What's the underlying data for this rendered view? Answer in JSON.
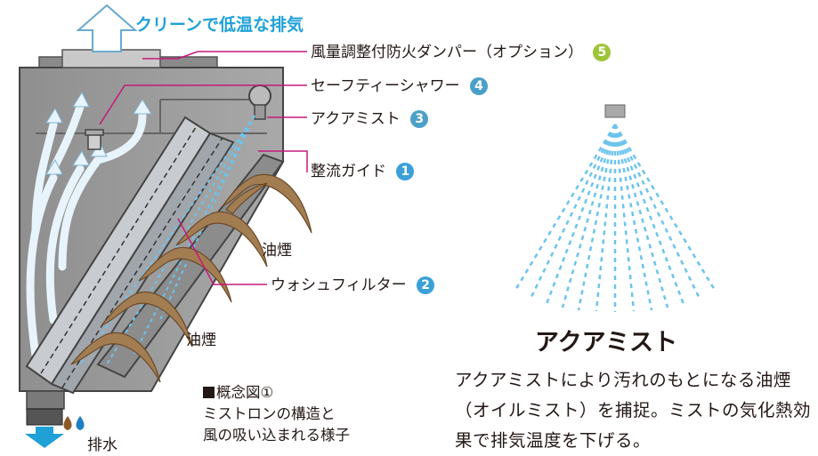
{
  "header": {
    "clean_exhaust": "クリーンで低温な排気"
  },
  "callouts": [
    {
      "text": "風量調整付防火ダンパー（オプション）",
      "number": "5",
      "color": "#9ec43a"
    },
    {
      "text": "セーフティーシャワー",
      "number": "4",
      "color": "#4ba0c8"
    },
    {
      "text": "アクアミスト",
      "number": "3",
      "color": "#4ba0c8"
    },
    {
      "text": "整流ガイド",
      "number": "1",
      "color": "#3aa0d8"
    },
    {
      "text": "ウォシュフィルター",
      "number": "2",
      "color": "#3aa0d8"
    }
  ],
  "smoke_labels": {
    "upper": "油煙",
    "lower": "油煙"
  },
  "drain_label": "排水",
  "concept": {
    "line1": "概念図①",
    "line2": "ミストロンの構造と",
    "line3": "風の吸い込まれる様子"
  },
  "mist": {
    "title": "アクアミスト",
    "description": "アクアミストにより汚れのもとになる油煙（オイルミスト）を捕捉。ミストの気化熱効果で排気温度を下げる。"
  },
  "colors": {
    "accent_blue": "#1fa1d8",
    "mist_blue": "#6cc4ec",
    "smoke_brown": "#a37d52",
    "housing_gray": "#9e9e9e"
  }
}
